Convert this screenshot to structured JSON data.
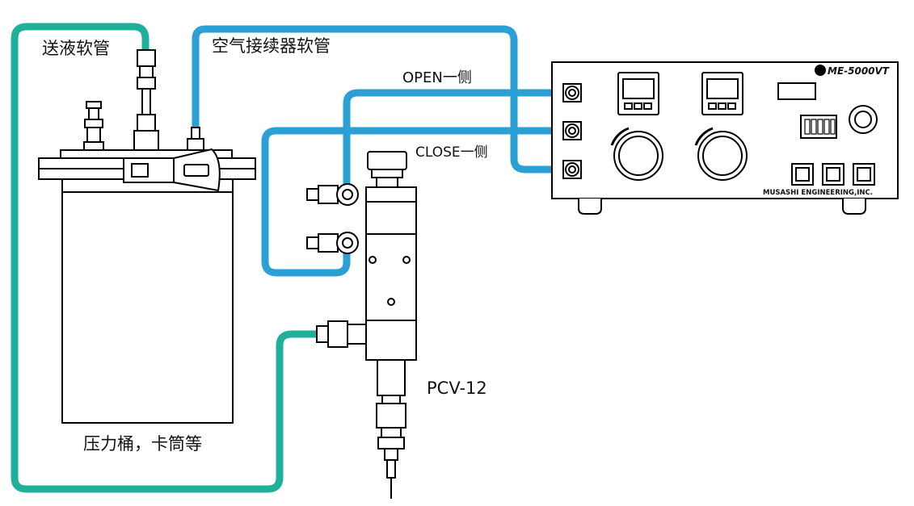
{
  "labels": {
    "liquid_hose": "送液软管",
    "air_hose": "空气接续器软管",
    "open_side": "OPEN一侧",
    "close_side": "CLOSE一侧",
    "valve_model": "PCV-12",
    "tank": "压力桶，卡筒等"
  },
  "controller": {
    "brand": "ME-5000VT",
    "maker": "MUSASHI ENGINEERING,INC."
  },
  "colors": {
    "air_line": "#2aa0d4",
    "liquid_line": "#1fb09b",
    "stroke": "#000000"
  }
}
